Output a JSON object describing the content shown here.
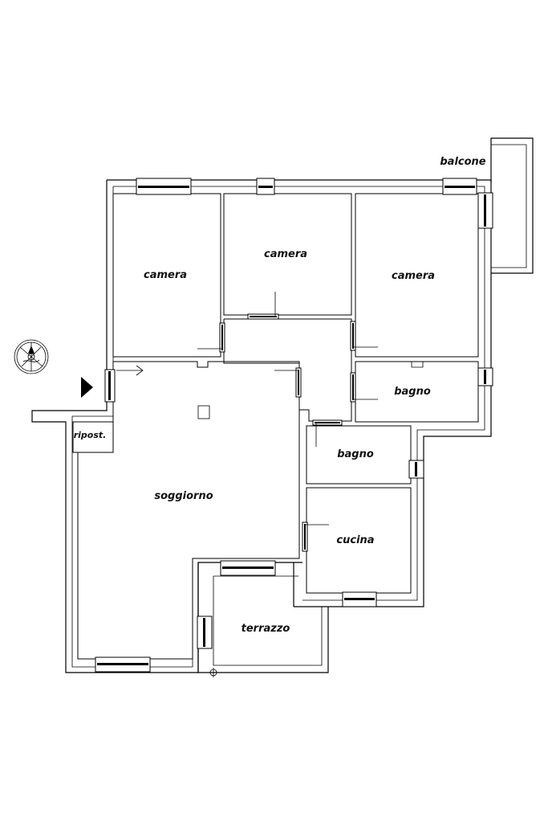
{
  "rooms": {
    "balcone": "balcone",
    "camera_left": "camera",
    "camera_center": "camera",
    "camera_right": "camera",
    "bagno_upper": "bagno",
    "bagno_lower": "bagno",
    "cucina": "cucina",
    "soggiorno": "soggiorno",
    "ripostiglio": "ripost.",
    "terrazzo": "terrazzo"
  },
  "icons": {
    "compass": "compass-rose-icon",
    "entrance": "entrance-arrow-icon"
  },
  "colors": {
    "lines": "#000000",
    "background": "#ffffff"
  }
}
